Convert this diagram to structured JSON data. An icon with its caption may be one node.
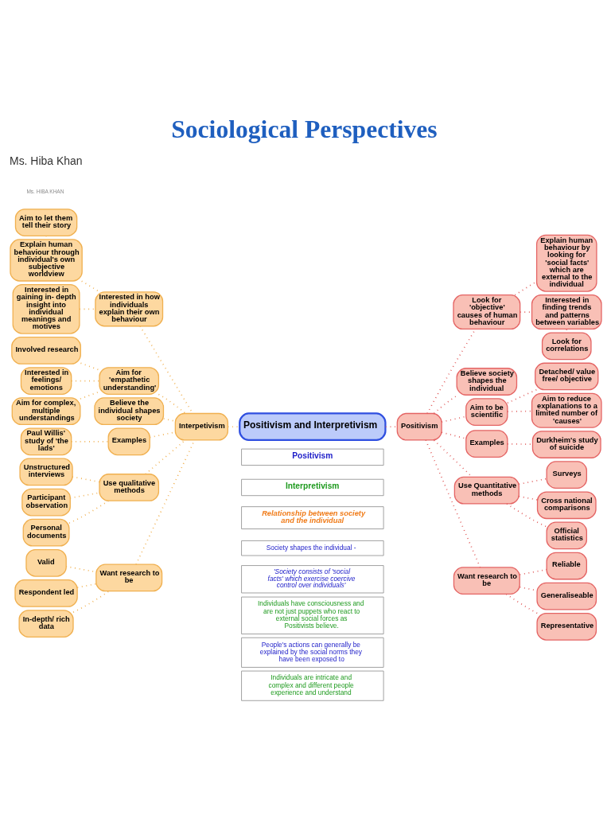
{
  "diagram": {
    "title": "Sociological Perspectives",
    "nodes": [
      {
        "text": [
          "Positivism and Interpretivism"
        ]
      },
      {
        "text": [
          "Interpetivism"
        ]
      },
      {
        "text": [
          "Interested in how individuals explain their own behaviour"
        ]
      },
      {
        "text": [
          "Explain human behaviour through individual's own subjective worldview"
        ]
      },
      {
        "text": [
          "Aim to let them tell their story"
        ]
      },
      {
        "text": [
          "Interested in gaining in- depth insight into individual meanings and motives"
        ]
      },
      {
        "text": [
          "Aim for 'empathetic understanding'"
        ]
      },
      {
        "text": [
          "Involved research"
        ]
      },
      {
        "text": [
          "Interested in feelings/ emotions"
        ]
      },
      {
        "text": [
          "Aim for complex, multiple understandings"
        ]
      },
      {
        "text": [
          "Believe the individual shapes society"
        ]
      },
      {
        "text": [
          "Examples"
        ]
      },
      {
        "text": [
          "Paul Willis' study of 'the lads'"
        ]
      },
      {
        "text": [
          "Use qualitative methods"
        ]
      },
      {
        "text": [
          "Unstructured interviews"
        ]
      },
      {
        "text": [
          "Participant observation"
        ]
      },
      {
        "text": [
          "Personal documents"
        ]
      },
      {
        "text": [
          "Want research to be"
        ]
      },
      {
        "text": [
          "Valid"
        ]
      },
      {
        "text": [
          "Respondent led"
        ]
      },
      {
        "text": [
          "In-depth/ rich data"
        ]
      },
      {
        "text": [
          "Positivism"
        ]
      },
      {
        "text": [
          "Look for 'objective' causes of human behaviour"
        ]
      },
      {
        "text": [
          "Explain human behaviour by looking for 'social facts' which are external to the individual"
        ]
      },
      {
        "text": [
          "Interested in finding trends and patterns between variables"
        ]
      },
      {
        "text": [
          "Look for correlations"
        ]
      },
      {
        "text": [
          "Believe society shapes the individual"
        ]
      },
      {
        "text": [
          "Aim to be scientific"
        ]
      },
      {
        "text": [
          "Detached/ value free/ objective"
        ]
      },
      {
        "text": [
          "Aim to reduce explanations to a limited number of 'causes'"
        ]
      },
      {
        "text": [
          "Examples"
        ]
      },
      {
        "text": [
          "Durkheim's study of suicide"
        ]
      },
      {
        "text": [
          "Use Quantitative methods"
        ]
      },
      {
        "text": [
          "Surveys"
        ]
      },
      {
        "text": [
          "Cross national comparisons"
        ]
      },
      {
        "text": [
          "Official statistics"
        ]
      },
      {
        "text": [
          "Want research to be"
        ]
      },
      {
        "text": [
          "Reliable"
        ]
      },
      {
        "text": [
          "Generaliseable"
        ]
      },
      {
        "text": [
          "Representative"
        ]
      }
    ],
    "edges": [
      {
        "from": 1,
        "to": 0,
        "arrow": "none"
      },
      {
        "from": 2,
        "to": 1,
        "arrow": "none"
      },
      {
        "from": 3,
        "to": 2,
        "arrow": "none"
      },
      {
        "from": 4,
        "to": 3,
        "arrow": "none"
      },
      {
        "from": 5,
        "to": 2,
        "arrow": "none"
      },
      {
        "from": 6,
        "to": 1,
        "arrow": "none"
      },
      {
        "from": 7,
        "to": 6,
        "arrow": "none"
      },
      {
        "from": 8,
        "to": 6,
        "arrow": "none"
      },
      {
        "from": 9,
        "to": 6,
        "arrow": "none"
      },
      {
        "from": 10,
        "to": 1,
        "arrow": "none"
      },
      {
        "from": 11,
        "to": 1,
        "arrow": "none"
      },
      {
        "from": 12,
        "to": 11,
        "arrow": "none"
      },
      {
        "from": 13,
        "to": 1,
        "arrow": "none"
      },
      {
        "from": 14,
        "to": 13,
        "arrow": "none"
      },
      {
        "from": 15,
        "to": 13,
        "arrow": "none"
      },
      {
        "from": 16,
        "to": 13,
        "arrow": "none"
      },
      {
        "from": 17,
        "to": 1,
        "arrow": "none"
      },
      {
        "from": 18,
        "to": 17,
        "arrow": "none"
      },
      {
        "from": 19,
        "to": 17,
        "arrow": "none"
      },
      {
        "from": 20,
        "to": 17,
        "arrow": "none"
      },
      {
        "from": 0,
        "to": 21,
        "arrow": "none",
        "color": "#e05a5a"
      },
      {
        "from": 21,
        "to": 22,
        "arrow": "none",
        "color": "#e05a5a"
      },
      {
        "from": 22,
        "to": 23,
        "arrow": "none",
        "color": "#e05a5a"
      },
      {
        "from": 22,
        "to": 24,
        "arrow": "none",
        "color": "#e05a5a"
      },
      {
        "from": 24,
        "to": 25,
        "arrow": "none",
        "color": "#e05a5a"
      },
      {
        "from": 21,
        "to": 26,
        "arrow": "none",
        "color": "#e05a5a"
      },
      {
        "from": 21,
        "to": 27,
        "arrow": "none",
        "color": "#e05a5a"
      },
      {
        "from": 27,
        "to": 28,
        "arrow": "none",
        "color": "#e05a5a"
      },
      {
        "from": 27,
        "to": 29,
        "arrow": "none",
        "color": "#e05a5a"
      },
      {
        "from": 21,
        "to": 30,
        "arrow": "none",
        "color": "#e05a5a"
      },
      {
        "from": 30,
        "to": 31,
        "arrow": "none",
        "color": "#e05a5a"
      },
      {
        "from": 21,
        "to": 32,
        "arrow": "none",
        "color": "#e05a5a"
      },
      {
        "from": 32,
        "to": 33,
        "arrow": "none",
        "color": "#e05a5a"
      },
      {
        "from": 32,
        "to": 34,
        "arrow": "none",
        "color": "#e05a5a"
      },
      {
        "from": 32,
        "to": 35,
        "arrow": "none",
        "color": "#e05a5a"
      },
      {
        "from": 21,
        "to": 36,
        "arrow": "none",
        "color": "#e05a5a"
      },
      {
        "from": 36,
        "to": 37,
        "arrow": "none",
        "color": "#e05a5a"
      },
      {
        "from": 36,
        "to": 38,
        "arrow": "none",
        "color": "#e05a5a"
      },
      {
        "from": 36,
        "to": 39,
        "arrow": "none",
        "color": "#e05a5a"
      }
    ],
    "labels": [
      "Ms. Hiba Khan",
      "Ms. HIBA KHAN",
      "Positivism",
      "Interpretivism",
      "Relationship between society and the individual",
      "Society shapes the individual -",
      "'Society consists of 'social facts' which exercise coercive control over individuals'",
      "Individuals have consciousness and are not just puppets who react to external social forces as Positivists believe.",
      "People's actions can generally be explained by the social norms they have been exposed to",
      "Individuals are intricate and complex and different people experience and understand"
    ]
  }
}
